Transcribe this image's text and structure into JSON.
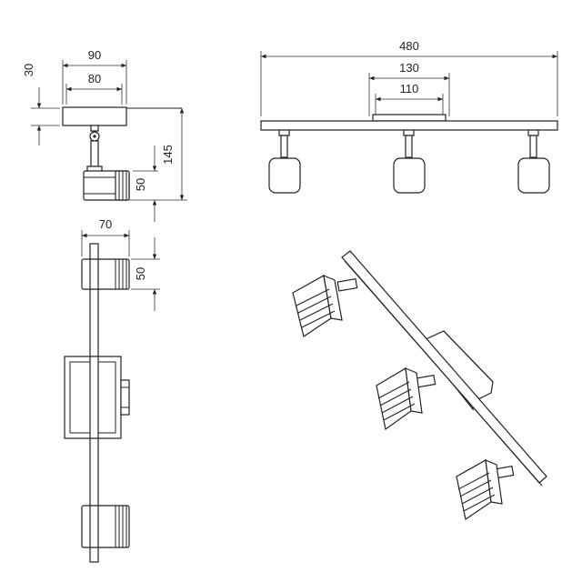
{
  "dimensions": {
    "side_height": "30",
    "side_outer_width": "90",
    "side_inner_width": "80",
    "side_total_height": "145",
    "side_head_height": "50",
    "top_head_width": "70",
    "top_head_depth": "50",
    "front_length": "480",
    "front_base_outer": "130",
    "front_base_inner": "110"
  },
  "colors": {
    "line": "#222222",
    "background": "#ffffff"
  }
}
